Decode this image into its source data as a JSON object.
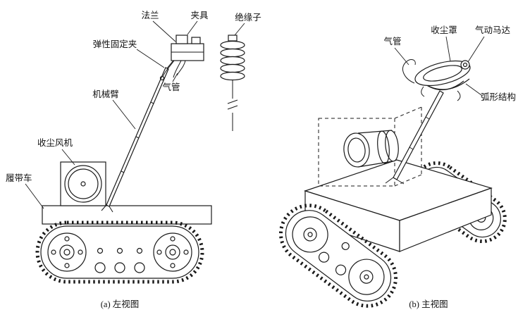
{
  "page": {
    "background": "#ffffff",
    "line_color": "#1a1a1a"
  },
  "figure": {
    "left": {
      "caption": "(a) 左视图",
      "labels": {
        "flange": "法兰",
        "clamp": "夹具",
        "insulator": "绝缘子",
        "elastic_clamp": "弹性固定夹",
        "air_tube": "气管",
        "mech_arm": "机械臂",
        "dust_fan": "收尘风机",
        "tracked_vehicle": "履带车"
      }
    },
    "right": {
      "caption": "(b) 主视图",
      "labels": {
        "air_tube": "气管",
        "dust_hood": "收尘罩",
        "pneumatic_motor": "气动马达",
        "arc_structure": "弧形结构"
      }
    }
  }
}
